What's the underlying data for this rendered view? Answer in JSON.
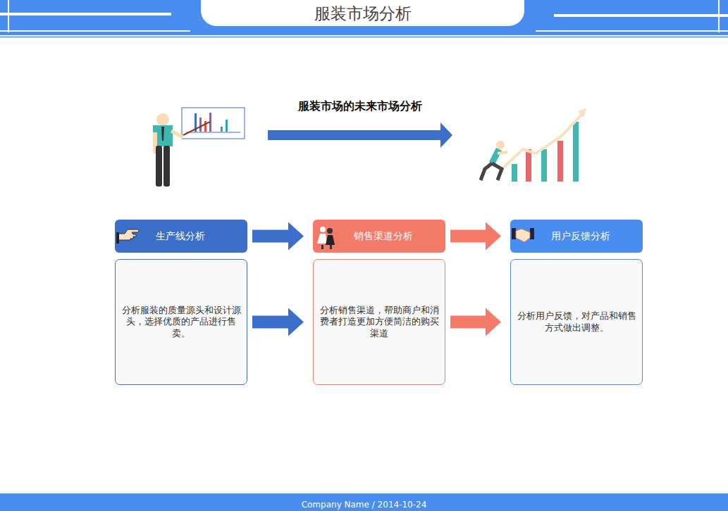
{
  "diagram": {
    "title": "服装市场分析",
    "nodes": [
      {
        "text": [
          "生产线分析"
        ]
      },
      {
        "text": [
          "销售渠道分析"
        ]
      },
      {
        "text": [
          "用户反馈分析"
        ]
      },
      {
        "text": [
          "分析服装的质量源头和设计源头，选择优质的产品进行售卖。"
        ]
      },
      {
        "text": [
          "分析销售渠道，帮助商户和消费者打造更加方便简洁的购买渠道"
        ]
      },
      {
        "text": [
          "分析用户反馈，对产品和销售方式做出调整。"
        ]
      }
    ],
    "edges": [
      {
        "from": 0,
        "to": 1,
        "arrow": "to"
      },
      {
        "from": 1,
        "to": 2,
        "arrow": "to"
      },
      {
        "from": 3,
        "to": 4,
        "arrow": "to"
      },
      {
        "from": 4,
        "to": 5,
        "arrow": "to"
      }
    ],
    "labels": [
      "服装市场的未来市场分析",
      "Company Name / 2014-10-24"
    ]
  }
}
